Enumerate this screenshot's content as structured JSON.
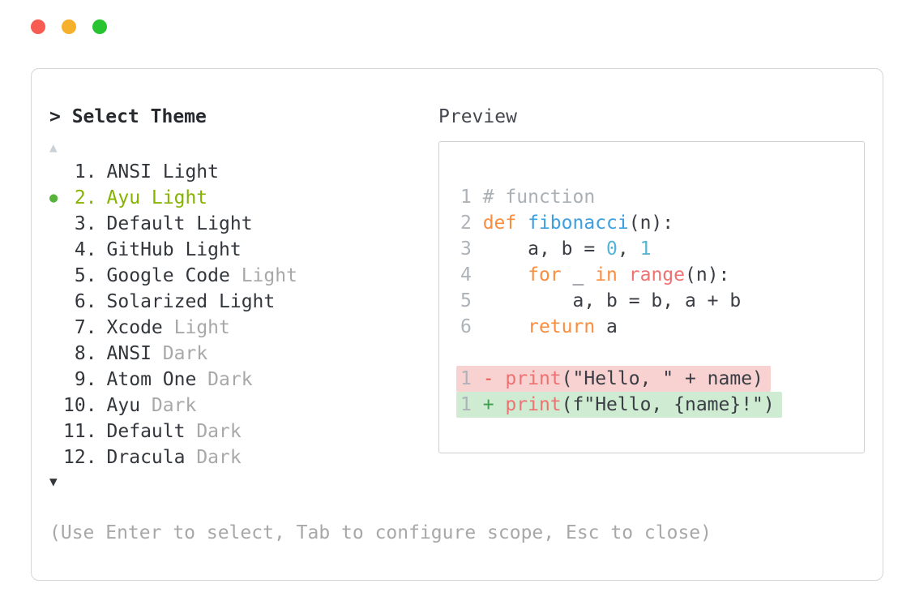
{
  "window": {
    "controls": [
      {
        "name": "close",
        "color": "#f75b51"
      },
      {
        "name": "minimize",
        "color": "#f5b02c"
      },
      {
        "name": "maximize",
        "color": "#28c331"
      }
    ]
  },
  "theme_picker": {
    "prompt": "> Select Theme",
    "scroll_up_glyph": "▲",
    "scroll_down_glyph": "▼",
    "selected_marker": "●",
    "items": [
      {
        "number": "1.",
        "label": "ANSI Light",
        "muted_suffix": "",
        "selected": false
      },
      {
        "number": "2.",
        "label": "Ayu Light",
        "muted_suffix": "",
        "selected": true
      },
      {
        "number": "3.",
        "label": "Default Light",
        "muted_suffix": "",
        "selected": false
      },
      {
        "number": "4.",
        "label": "GitHub Light",
        "muted_suffix": "",
        "selected": false
      },
      {
        "number": "5.",
        "label": "Google Code",
        "muted_suffix": "Light",
        "selected": false
      },
      {
        "number": "6.",
        "label": "Solarized Light",
        "muted_suffix": "",
        "selected": false
      },
      {
        "number": "7.",
        "label": "Xcode",
        "muted_suffix": "Light",
        "selected": false
      },
      {
        "number": "8.",
        "label": "ANSI",
        "muted_suffix": "Dark",
        "selected": false
      },
      {
        "number": "9.",
        "label": "Atom One",
        "muted_suffix": "Dark",
        "selected": false
      },
      {
        "number": "10.",
        "label": "Ayu",
        "muted_suffix": "Dark",
        "selected": false
      },
      {
        "number": "11.",
        "label": "Default",
        "muted_suffix": "Dark",
        "selected": false
      },
      {
        "number": "12.",
        "label": "Dracula",
        "muted_suffix": "Dark",
        "selected": false
      }
    ]
  },
  "preview": {
    "label": "Preview",
    "code_lines": [
      {
        "num": "1",
        "diff": "",
        "tokens": [
          {
            "text": "# function",
            "cls": "comment"
          }
        ]
      },
      {
        "num": "2",
        "diff": "",
        "tokens": [
          {
            "text": "def",
            "cls": "keyword"
          },
          {
            "text": " ",
            "cls": "plain"
          },
          {
            "text": "fibonacci",
            "cls": "function"
          },
          {
            "text": "(n):",
            "cls": "plain"
          }
        ]
      },
      {
        "num": "3",
        "diff": "",
        "tokens": [
          {
            "text": "    a, b = ",
            "cls": "plain"
          },
          {
            "text": "0",
            "cls": "number"
          },
          {
            "text": ", ",
            "cls": "plain"
          },
          {
            "text": "1",
            "cls": "number"
          }
        ]
      },
      {
        "num": "4",
        "diff": "",
        "tokens": [
          {
            "text": "    ",
            "cls": "plain"
          },
          {
            "text": "for",
            "cls": "keyword"
          },
          {
            "text": " _ ",
            "cls": "plain"
          },
          {
            "text": "in",
            "cls": "keyword"
          },
          {
            "text": " ",
            "cls": "plain"
          },
          {
            "text": "range",
            "cls": "call"
          },
          {
            "text": "(n):",
            "cls": "plain"
          }
        ]
      },
      {
        "num": "5",
        "diff": "",
        "tokens": [
          {
            "text": "        a, b = b, a + b",
            "cls": "plain"
          }
        ]
      },
      {
        "num": "6",
        "diff": "",
        "tokens": [
          {
            "text": "    ",
            "cls": "plain"
          },
          {
            "text": "return",
            "cls": "keyword"
          },
          {
            "text": " a",
            "cls": "plain"
          }
        ]
      },
      {
        "num": "",
        "diff": "",
        "tokens": []
      },
      {
        "num": "1",
        "diff": "del",
        "tokens": [
          {
            "text": "- ",
            "cls": "del"
          },
          {
            "text": "print",
            "cls": "call"
          },
          {
            "text": "(\"Hello, \" + name)",
            "cls": "plain"
          }
        ]
      },
      {
        "num": "1",
        "diff": "add",
        "tokens": [
          {
            "text": "+ ",
            "cls": "add"
          },
          {
            "text": "print",
            "cls": "call"
          },
          {
            "text": "(f\"Hello, {name}!\")",
            "cls": "plain"
          }
        ]
      }
    ]
  },
  "footer": {
    "hint": "(Use Enter to select, Tab to configure scope, Esc to close)"
  },
  "colors": {
    "selected_green": "#86b300",
    "bullet_green": "#55b33a",
    "muted_text": "#a8a8a8",
    "dark_text": "#33373c",
    "panel_border": "#d6d6d6",
    "syntax_plain": "#3a3e44",
    "syntax_comment": "#abb0b5",
    "syntax_keyword": "#fa8d3e",
    "syntax_function": "#3e9fe0",
    "syntax_number": "#55b4d4",
    "syntax_call": "#f07171",
    "diff_del_bg": "#f8d1d1",
    "diff_add_bg": "#cfebd2",
    "diff_del_sign": "#e8554d",
    "diff_add_sign": "#3f9f4c"
  }
}
